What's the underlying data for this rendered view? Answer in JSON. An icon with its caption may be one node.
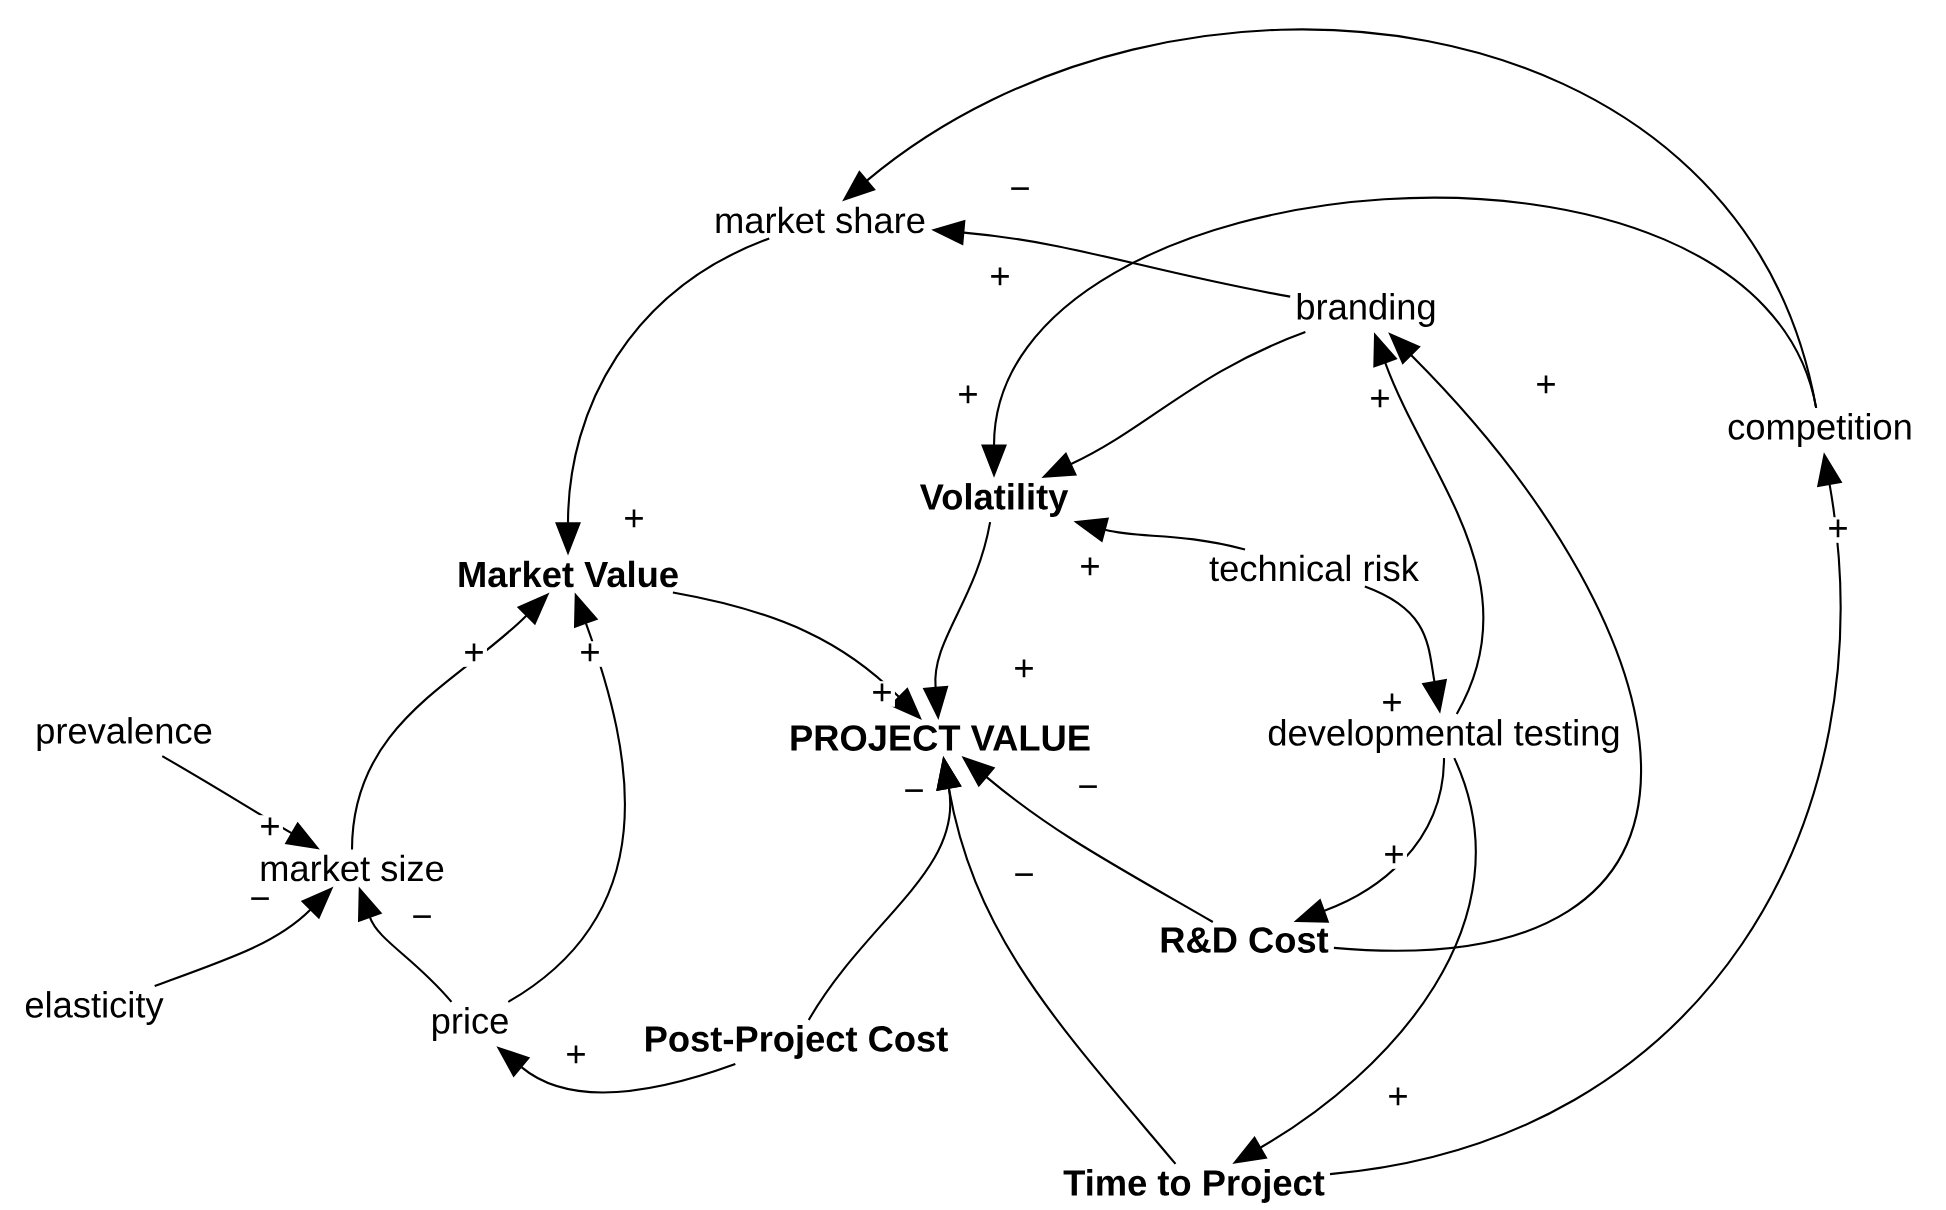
{
  "diagram": {
    "nodes": [
      {
        "text": [
          "market share"
        ]
      },
      {
        "text": [
          "branding"
        ]
      },
      {
        "text": [
          "competition"
        ]
      },
      {
        "text": [
          "Volatility"
        ]
      },
      {
        "text": [
          "Market Value"
        ]
      },
      {
        "text": [
          "technical risk"
        ]
      },
      {
        "text": [
          "prevalence"
        ]
      },
      {
        "text": [
          "PROJECT VALUE"
        ]
      },
      {
        "text": [
          "developmental testing"
        ]
      },
      {
        "text": [
          "market size"
        ]
      },
      {
        "text": [
          "elasticity"
        ]
      },
      {
        "text": [
          "price"
        ]
      },
      {
        "text": [
          "Post-Project Cost"
        ]
      },
      {
        "text": [
          "R&D Cost"
        ]
      },
      {
        "text": [
          "Time to Project"
        ]
      }
    ],
    "edges": [
      {
        "from": 2,
        "to": 0,
        "arrow": "to",
        "label": "−"
      },
      {
        "from": 1,
        "to": 0,
        "arrow": "to",
        "label": "+"
      },
      {
        "from": 2,
        "to": 3,
        "arrow": "to",
        "label": "+"
      },
      {
        "from": 1,
        "to": 3,
        "arrow": "to"
      },
      {
        "from": 5,
        "to": 3,
        "arrow": "to",
        "label": "+"
      },
      {
        "from": 8,
        "to": 1,
        "arrow": "to",
        "label": "+"
      },
      {
        "from": 13,
        "to": 1,
        "arrow": "to",
        "label": "+"
      },
      {
        "from": 14,
        "to": 2,
        "arrow": "to",
        "label": "+"
      },
      {
        "from": 0,
        "to": 4,
        "arrow": "to",
        "label": "+"
      },
      {
        "from": 4,
        "to": 7,
        "arrow": "to",
        "label": "+"
      },
      {
        "from": 3,
        "to": 7,
        "arrow": "to",
        "label": "+"
      },
      {
        "from": 5,
        "to": 8,
        "arrow": "to",
        "label": "+"
      },
      {
        "from": 6,
        "to": 9,
        "arrow": "to",
        "label": "+"
      },
      {
        "from": 10,
        "to": 9,
        "arrow": "to",
        "label": "−"
      },
      {
        "from": 11,
        "to": 9,
        "arrow": "to",
        "label": "−"
      },
      {
        "from": 9,
        "to": 4,
        "arrow": "to",
        "label": "+"
      },
      {
        "from": 11,
        "to": 4,
        "arrow": "to",
        "label": "+"
      },
      {
        "from": 12,
        "to": 11,
        "arrow": "to",
        "label": "+"
      },
      {
        "from": 12,
        "to": 7,
        "arrow": "to",
        "label": "−"
      },
      {
        "from": 13,
        "to": 7,
        "arrow": "to",
        "label": "−"
      },
      {
        "from": 14,
        "to": 7,
        "arrow": "to",
        "label": "−"
      },
      {
        "from": 8,
        "to": 13,
        "arrow": "to",
        "label": "+"
      },
      {
        "from": 8,
        "to": 14,
        "arrow": "to",
        "label": "+"
      }
    ]
  }
}
